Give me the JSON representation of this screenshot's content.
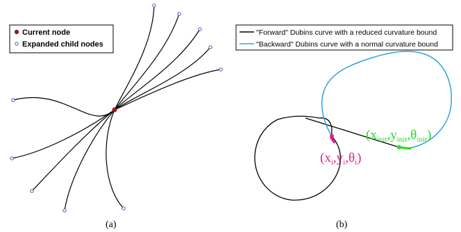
{
  "panel_a": {
    "legend": {
      "current_node": "Current node",
      "expanded_child_nodes": "Expanded child nodes"
    },
    "caption": "(a)",
    "colors": {
      "current_node": "#a01818",
      "child_node": "#4040c0",
      "curve": "#000000"
    }
  },
  "panel_b": {
    "legend": {
      "forward": "\"Forward\" Dubins curve with a reduced curvature bound",
      "backward": "\"Backward\" Dubins curve with a normal curvature bound"
    },
    "caption": "(b)",
    "label_pink": {
      "open": "(x",
      "s1": "i",
      "c1": ",y",
      "s2": "i",
      "c2": ",θ",
      "s3": "i",
      "close": ")"
    },
    "label_green": {
      "open": "(x",
      "s1": "init",
      "c1": ",y",
      "s2": "init",
      "c2": ",θ",
      "s3": "init",
      "close": ")"
    },
    "colors": {
      "forward": "#000000",
      "backward": "#2ea3e0",
      "pink": "#e0208c",
      "green": "#22dd22"
    }
  }
}
